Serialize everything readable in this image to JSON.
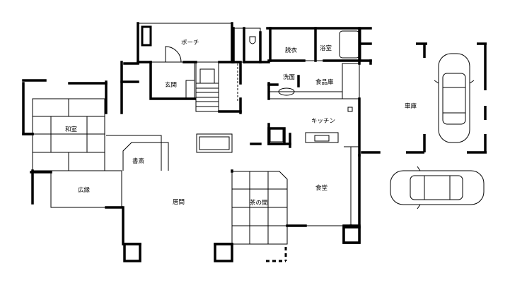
{
  "rooms": {
    "porch": "ポーチ",
    "entrance": "玄関",
    "dressing": "脱衣",
    "bath": "浴室",
    "washroom": "洗面",
    "pantry": "食品庫",
    "kitchen": "キッチン",
    "japanese_room": "和室",
    "study": "書斎",
    "veranda": "広縁",
    "living": "居間",
    "tea_room": "茶の間",
    "dining": "食堂",
    "garage": "車庫"
  },
  "colors": {
    "wall": "#000000",
    "line": "#000000",
    "background": "#ffffff"
  }
}
